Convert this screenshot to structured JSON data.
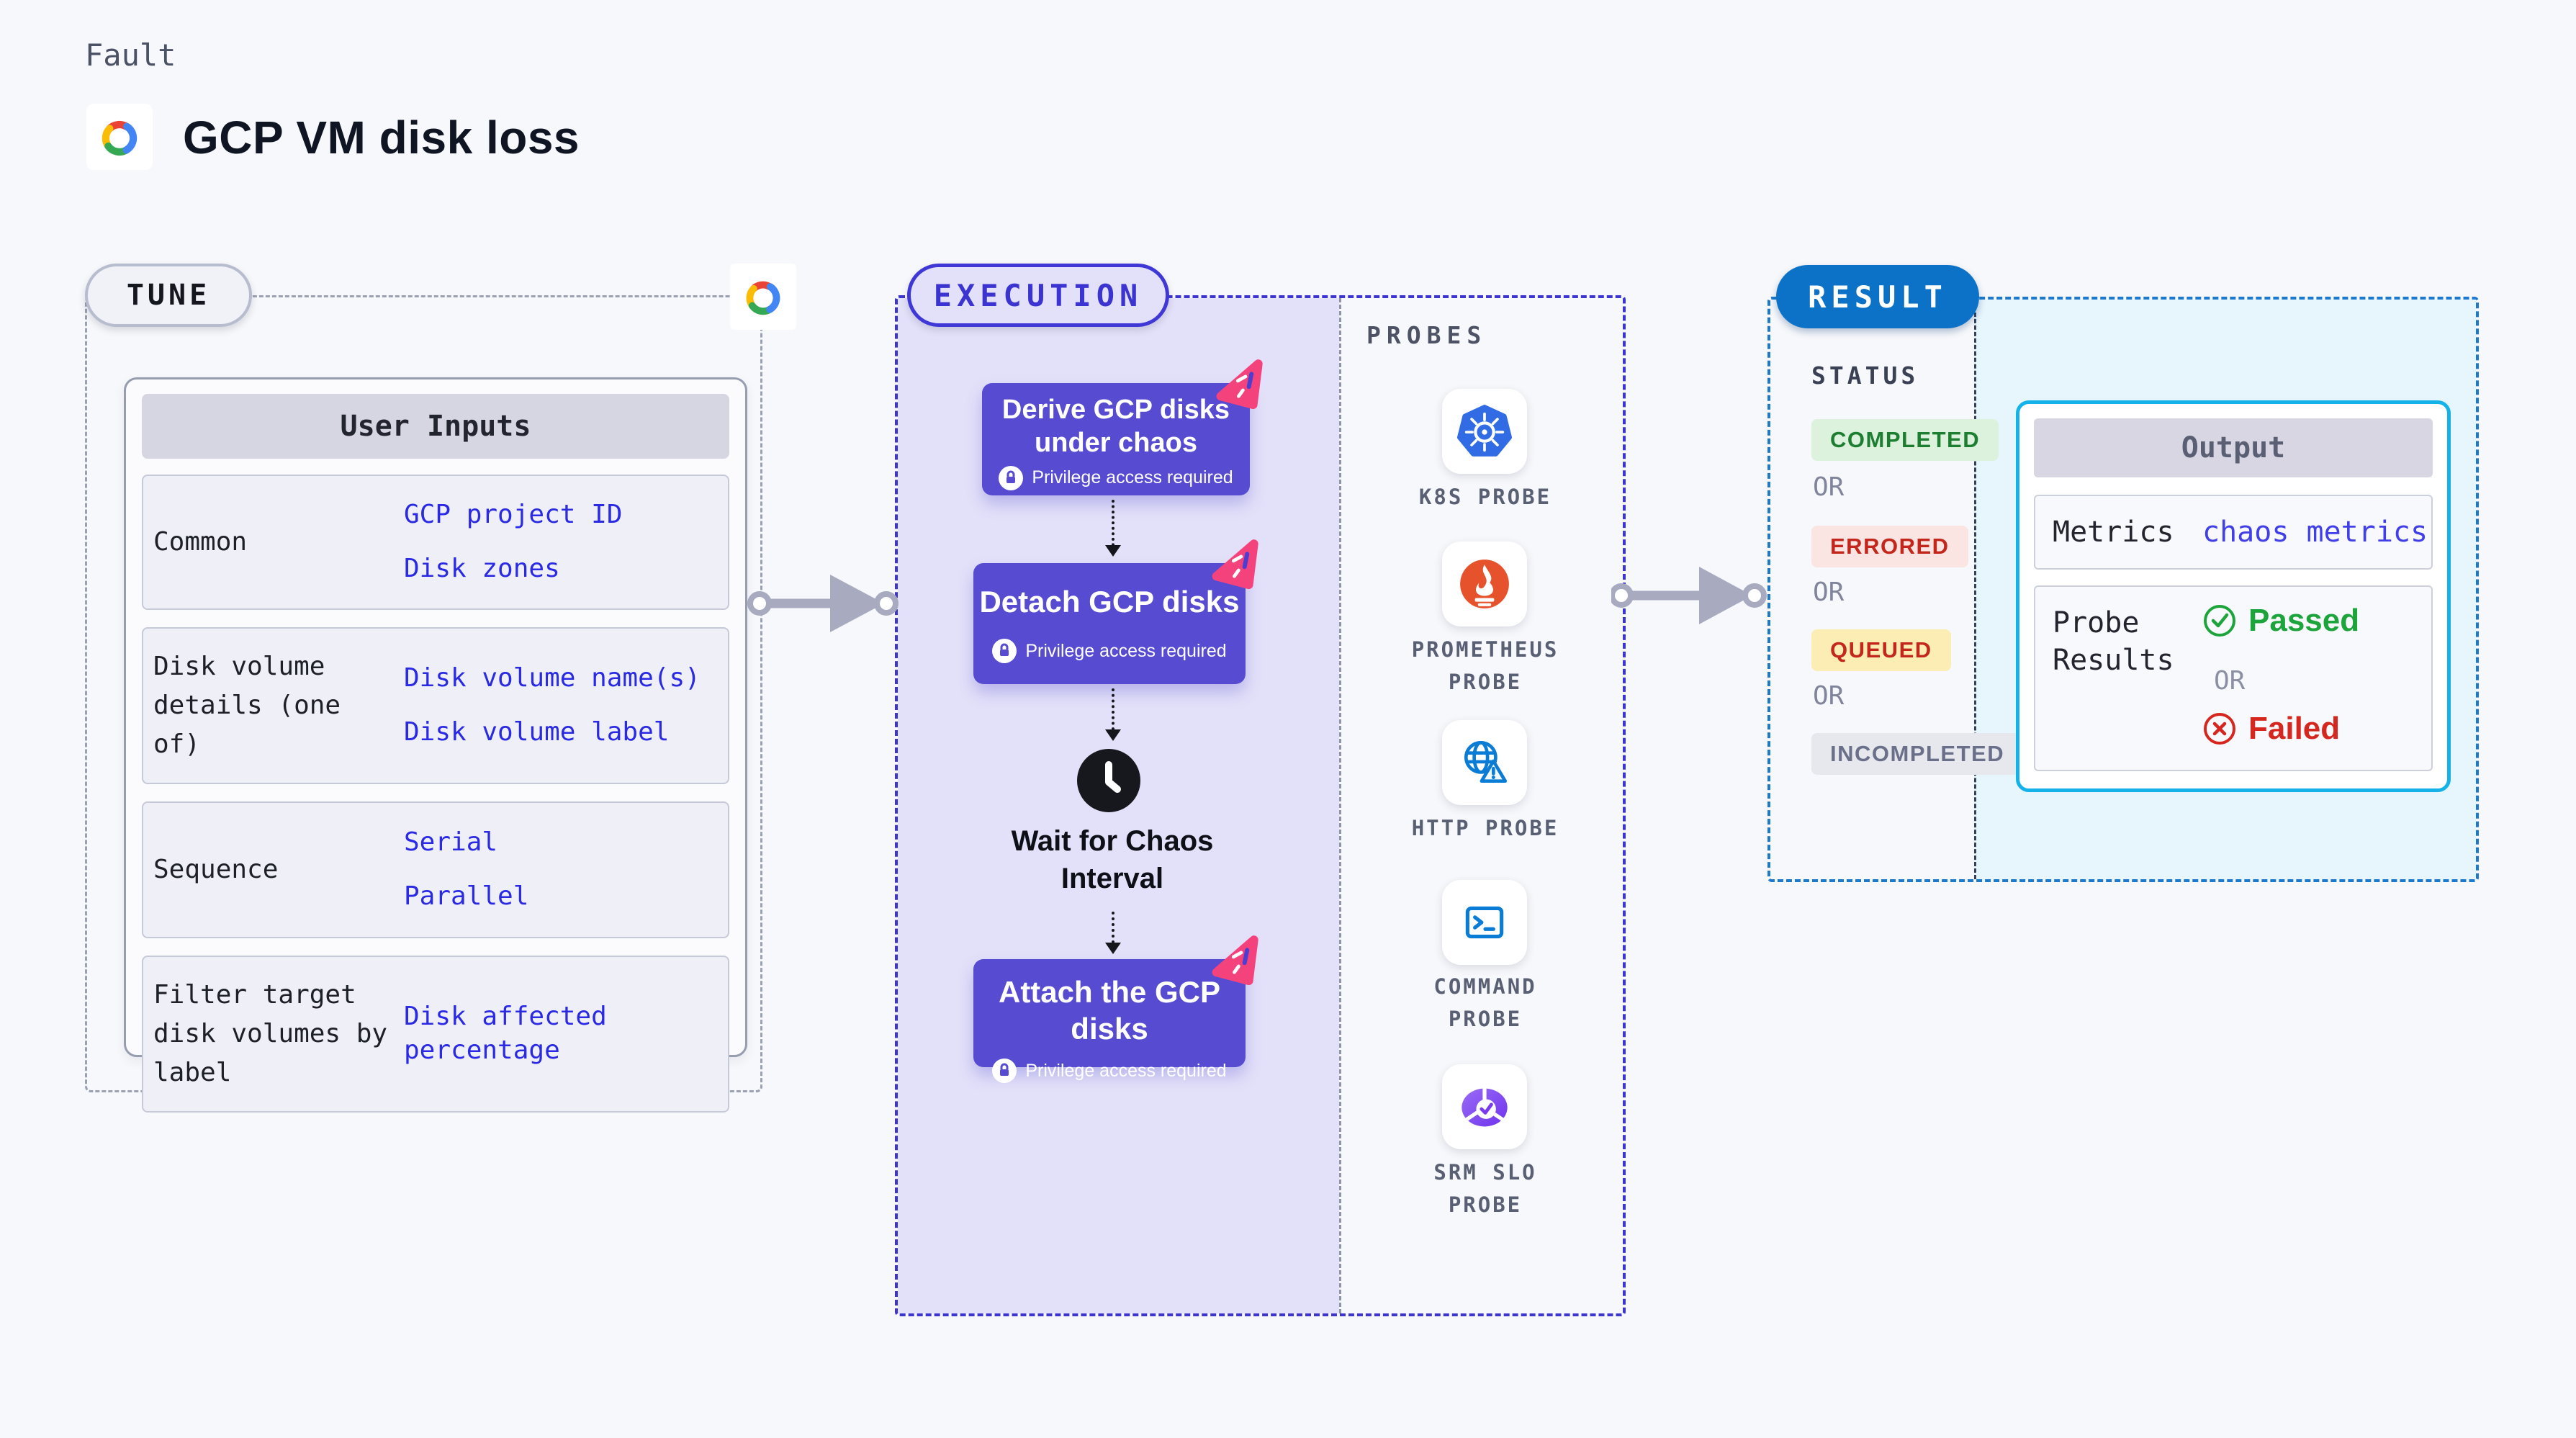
{
  "header": {
    "kicker": "Fault",
    "title": "GCP VM disk loss",
    "logo": "gcp-logo"
  },
  "tune": {
    "label": "TUNE",
    "user_inputs": {
      "header": "User Inputs",
      "rows": [
        {
          "label": "Common",
          "values": [
            "GCP project ID",
            "Disk zones"
          ]
        },
        {
          "label": "Disk volume details (one of)",
          "values": [
            "Disk volume name(s)",
            "Disk volume label"
          ]
        },
        {
          "label": "Sequence",
          "values": [
            "Serial",
            "Parallel"
          ]
        },
        {
          "label": "Filter target disk volumes by label",
          "values": [
            "Disk affected percentage"
          ]
        }
      ]
    }
  },
  "execution": {
    "label": "EXECUTION",
    "privilege_note": "Privilege access required",
    "steps": [
      {
        "lines": [
          "Derive GCP disks",
          "under chaos"
        ],
        "icon": "chaos-badge-icon"
      },
      {
        "lines": [
          "Detach GCP disks"
        ],
        "icon": "chaos-badge-icon"
      },
      {
        "lines": [
          "Attach the GCP disks"
        ],
        "icon": "chaos-badge-icon"
      }
    ],
    "wait": {
      "lines": [
        "Wait for Chaos",
        "Interval"
      ],
      "icon": "clock-icon"
    }
  },
  "probes": {
    "label": "PROBES",
    "items": [
      {
        "label": "K8S PROBE",
        "icon": "kubernetes-icon"
      },
      {
        "label": "PROMETHEUS PROBE",
        "icon": "prometheus-icon"
      },
      {
        "label": "HTTP PROBE",
        "icon": "globe-warning-icon"
      },
      {
        "label": "COMMAND PROBE",
        "icon": "terminal-icon"
      },
      {
        "label": "SRM SLO PROBE",
        "icon": "slo-pie-check-icon"
      }
    ]
  },
  "result": {
    "label": "RESULT",
    "status": {
      "label": "STATUS",
      "separator": "OR",
      "badges": [
        {
          "text": "COMPLETED",
          "kind": "success"
        },
        {
          "text": "ERRORED",
          "kind": "error"
        },
        {
          "text": "QUEUED",
          "kind": "warning"
        },
        {
          "text": "INCOMPLETED",
          "kind": "neutral"
        }
      ]
    },
    "output": {
      "header": "Output",
      "metrics_label": "Metrics",
      "metrics_value": "chaos metrics",
      "probe_results_label": "Probe Results",
      "passed": "Passed",
      "separator": "OR",
      "failed": "Failed"
    }
  },
  "colors": {
    "page_bg": "#f7f8fb",
    "indigo_node": "#564bd1",
    "indigo_border": "#3d35d0",
    "lavender_bg": "#e3e1f9",
    "tune_border": "#9aa1b1",
    "result_border": "#1b79cf",
    "result_pill_bg": "#0c72c7",
    "cyan_panel_bg": "#e7f5fc",
    "cyan_card_border": "#14b2e9",
    "link_blue": "#2a2ae4",
    "success_green": "#1d7e31",
    "fail_red": "#c3271c",
    "queued_bg": "#fcedb4",
    "chaos_pink": "#f4427d",
    "arrow_gray": "#a8aac0",
    "k8s_blue": "#326ce5",
    "prometheus_orange": "#e6522c",
    "probe_icon_blue": "#0a7cd6",
    "srm_purple": "#7a3bef"
  }
}
